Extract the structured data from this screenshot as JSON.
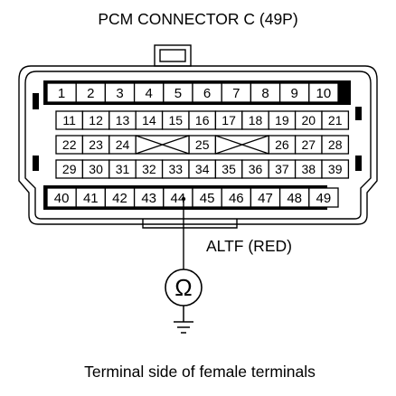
{
  "title": "PCM CONNECTOR C (49P)",
  "caption": "Terminal side of female terminals",
  "probe_label": "ALTF (RED)",
  "meter_symbol": "Ω",
  "meter_icon": "ohmmeter-icon",
  "ground_icon": "ground-icon",
  "probed_terminal": "44",
  "rows": [
    [
      "1",
      "2",
      "3",
      "4",
      "5",
      "6",
      "7",
      "8",
      "9",
      "10"
    ],
    [
      "11",
      "12",
      "13",
      "14",
      "15",
      "16",
      "17",
      "18",
      "19",
      "20",
      "21"
    ],
    [
      "22",
      "23",
      "24",
      "",
      "",
      "25",
      "",
      "",
      "26",
      "27",
      "28"
    ],
    [
      "29",
      "30",
      "31",
      "32",
      "33",
      "34",
      "35",
      "36",
      "37",
      "38",
      "39"
    ],
    [
      "40",
      "41",
      "42",
      "43",
      "44",
      "45",
      "46",
      "47",
      "48",
      "49"
    ]
  ]
}
